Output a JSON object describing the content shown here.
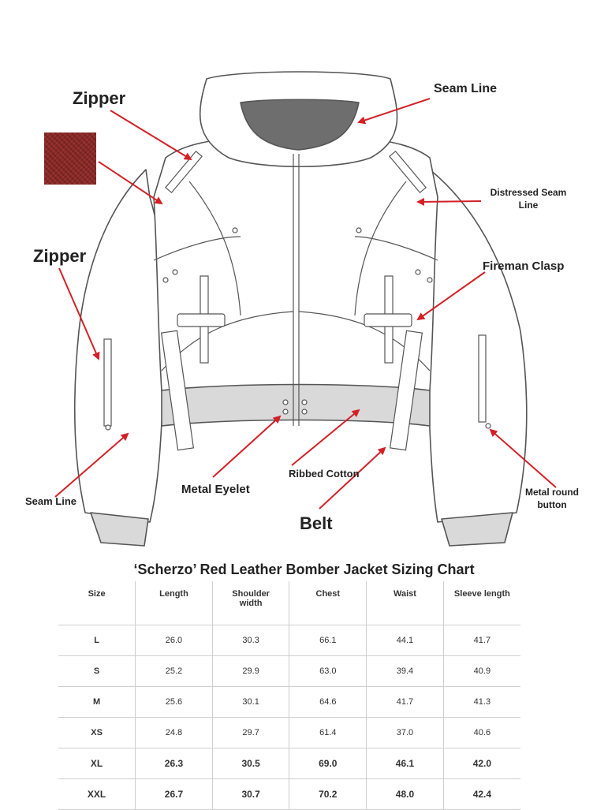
{
  "callouts": {
    "zipper_top": "Zipper",
    "zipper_left": "Zipper",
    "seam_line_top": "Seam Line",
    "distressed_seam_line": "Distressed Seam Line",
    "fireman_clasp": "Fireman Clasp",
    "ribbed_cotton": "Ribbed Cotton",
    "metal_eyelet": "Metal Eyelet",
    "seam_line_bottom": "Seam Line",
    "belt": "Belt",
    "metal_round_button": "Metal round button"
  },
  "colors": {
    "arrow": "#d32027",
    "swatch": "#8e2a26",
    "sketch_line": "#555555",
    "hood_lining": "#6e6e6e",
    "rib": "#d9d9d9"
  },
  "size_chart": {
    "title": "‘Scherzo’ Red Leather Bomber Jacket Sizing Chart",
    "headers": [
      "Size",
      "Length",
      "Shoulder width",
      "Chest",
      "Waist",
      "Sleeve length"
    ],
    "rows": [
      [
        "L",
        "26.0",
        "30.3",
        "66.1",
        "44.1",
        "41.7"
      ],
      [
        "S",
        "25.2",
        "29.9",
        "63.0",
        "39.4",
        "40.9"
      ],
      [
        "M",
        "25.6",
        "30.1",
        "64.6",
        "41.7",
        "41.3"
      ],
      [
        "XS",
        "24.8",
        "29.7",
        "61.4",
        "37.0",
        "40.6"
      ],
      [
        "XL",
        "26.3",
        "30.5",
        "69.0",
        "46.1",
        "42.0"
      ],
      [
        "XXL",
        "26.7",
        "30.7",
        "70.2",
        "48.0",
        "42.4"
      ]
    ]
  }
}
